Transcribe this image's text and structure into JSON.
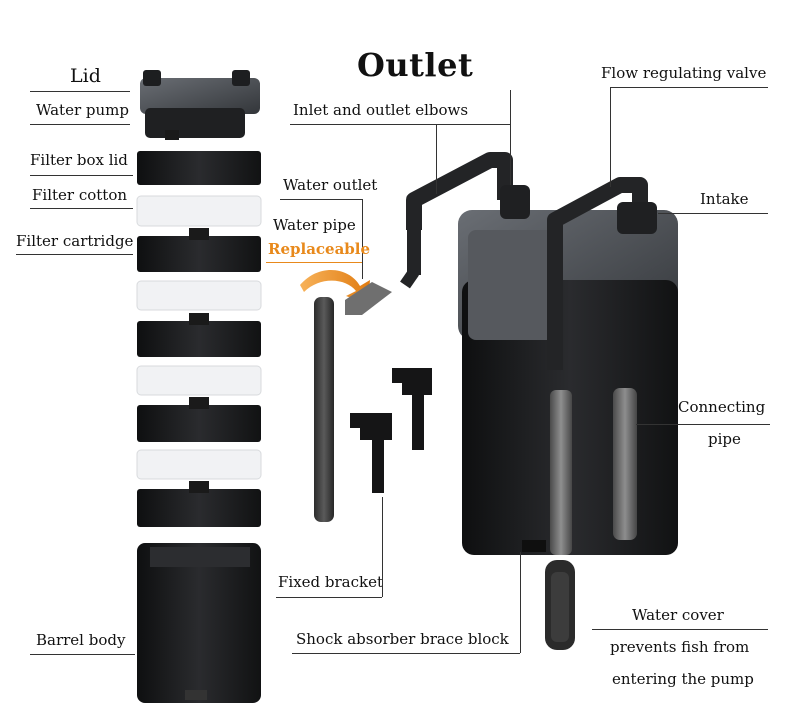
{
  "labels": {
    "top_title": "Outlet",
    "lid": "Lid",
    "water_pump": "Water pump",
    "filter_box_lid": "Filter box lid",
    "filter_cotton": "Filter cotton",
    "filter_cartridge": "Filter cartridge",
    "barrel_body": "Barrel body",
    "inlet_outlet_elbows": "Inlet and outlet elbows",
    "water_outlet": "Water outlet",
    "water_pipe": "Water pipe",
    "replaceable": "Replaceable",
    "fixed_bracket": "Fixed bracket",
    "shock_absorber": "Shock absorber brace block",
    "flow_valve": "Flow regulating valve",
    "intake": "Intake",
    "connecting_pipe_1": "Connecting",
    "connecting_pipe_2": "pipe",
    "water_cover_1": "Water cover",
    "water_cover_2": "prevents fish from",
    "water_cover_3": "entering the pump"
  },
  "colors": {
    "body_black": "#1b1c1e",
    "cap_gray": "#4a4d52",
    "cotton_white": "#f1f2f4",
    "accent_orange": "#e8891b"
  }
}
